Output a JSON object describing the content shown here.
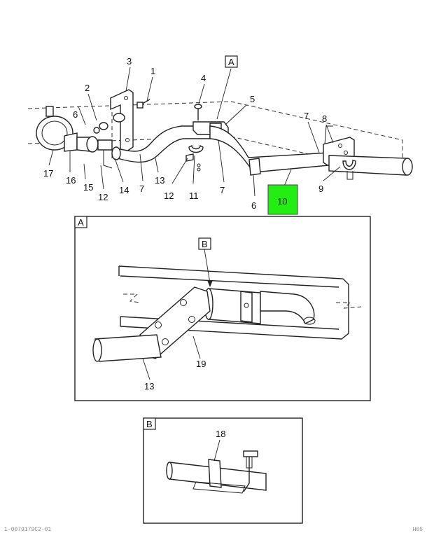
{
  "callouts": {
    "n1": "1",
    "n2": "2",
    "n3": "3",
    "n4": "4",
    "n5": "5",
    "n6a": "6",
    "n6b": "6",
    "n7a": "7",
    "n7b": "7",
    "n7c": "7",
    "n8": "8",
    "n9": "9",
    "n10": "10",
    "n11": "11",
    "n12a": "12",
    "n12b": "12",
    "n13a": "13",
    "n13b": "13",
    "n14": "14",
    "n15": "15",
    "n16": "16",
    "n17": "17",
    "n18": "18",
    "n19": "19"
  },
  "views": {
    "a": "A",
    "a_box": "A",
    "b": "B",
    "b_box": "B"
  },
  "highlight_color": "#22ee11",
  "footer": {
    "left": "1-0079179C2-01",
    "right": "H05"
  }
}
